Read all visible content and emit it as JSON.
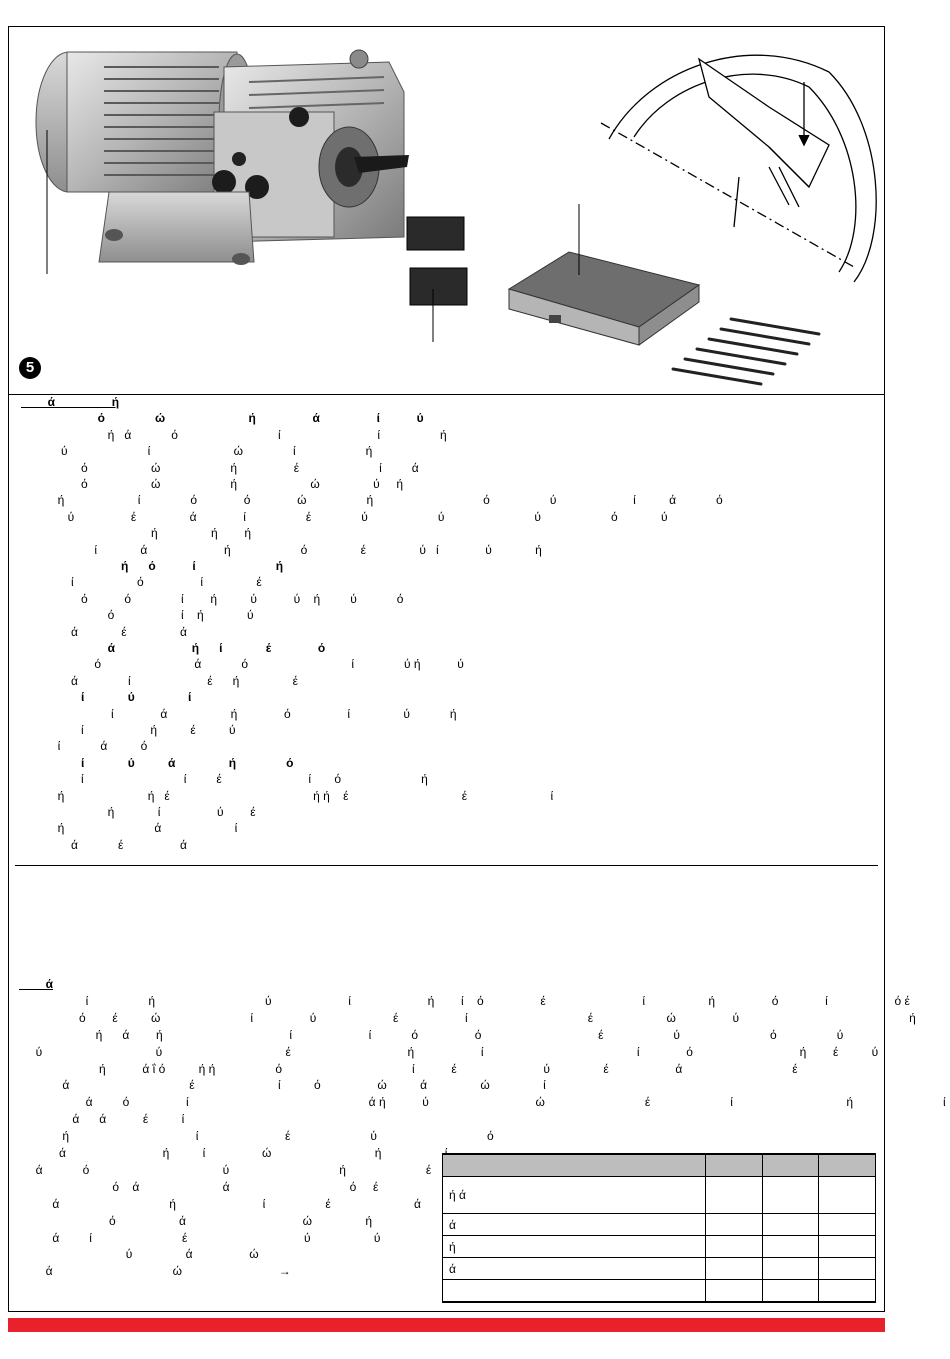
{
  "figure": {
    "number": "5"
  },
  "section1": {
    "lines": [
      {
        "t": "        ά                 ή",
        "b": true,
        "u": true
      },
      {
        "t": "                       ό               ώ                         ή                 ά                 ί           ύ",
        "b": true
      },
      {
        "t": "                          ή   ά            ό                              ί                             ί                  ή"
      },
      {
        "t": "            ύ                        ί                         ώ               ί                     ή"
      },
      {
        "t": "                  ό                   ώ                     ή                 έ                        ί         ά"
      },
      {
        "t": "                  ό                   ώ                     ή                      ώ                ύ     ή"
      },
      {
        "t": "           ή                      ί               ό              ό              ώ                  ή                                 ό                  ύ                       ί          ά            ό"
      },
      {
        "t": "              ύ                 έ                ά              ί                  έ               ύ                     ύ                           ύ                     ό             ύ"
      },
      {
        "t": "                                       ή                ή        ή"
      },
      {
        "t": "                      ί             ά                       ή                     ό                έ                ύ   ί              ύ             ή"
      },
      {
        "t": "                              ή      ό           ί                        ή",
        "b": true
      },
      {
        "t": "               ί                   ό                 ί                έ"
      },
      {
        "t": "                  ό           ό               ί        ή          ύ           ύ    ή         ύ            ό"
      },
      {
        "t": "                          ό                    ί    ή             ύ"
      },
      {
        "t": "               ά             έ                ά"
      },
      {
        "t": "                          ά                       ή      ί             έ              ό",
        "b": true
      },
      {
        "t": "                      ό                            ά            ό                               ί               ύ ή           ύ"
      },
      {
        "t": "               ά               ί                       έ      ή                έ"
      },
      {
        "t": "                  ί             ύ                ί",
        "b": true
      },
      {
        "t": "                           ί              ά                   ή              ό                 ί                ύ            ή"
      },
      {
        "t": "                  ί                    ή          έ          ύ"
      },
      {
        "t": "           ί            ά          ό"
      },
      {
        "t": "                  ί             ύ          ά                ή               ό",
        "b": true
      },
      {
        "t": "                  ί                              ί         έ                          ί       ό                        ή"
      },
      {
        "t": "           ή                         ή   έ                                           ή ή    έ                                  έ                         ί"
      },
      {
        "t": "                          ή             ί                 ύ        έ"
      },
      {
        "t": "           ή                           ά                      ί"
      },
      {
        "t": "               ά            έ                 ά"
      }
    ]
  },
  "section2": {
    "lines": [
      {
        "t": "        ά",
        "b": true,
        "u": true
      },
      {
        "t": "                    ί                  ή                                 ύ                       ί                       ή        ί    ό                 έ                             ί                   ή                 ό              ί                    ό έ",
        "u_lead": true
      },
      {
        "t": "                  ό        έ          ώ                           ί                 ύ                       έ                    ί                                    έ                      ώ                 ύ                                                   ή"
      },
      {
        "t": "                       ή      ά        ή                                      ί                       ί            ό                 ό                                   έ                     ύ                           ό                  ύ"
      },
      {
        "t": "     ύ                                  ύ                                     έ                                   ή                    ί                                              ί              ό                                ή        έ          ύ"
      },
      {
        "t": "                        ή           ά ΐ ό          ή ή                  ό                                       ί           έ                          ύ                έ                    ά                                 έ"
      },
      {
        "t": "             ά                                    έ                         ί          ό                 ώ          ά                ώ                ί"
      },
      {
        "t": "                    ά         ό                 ί                                                      ά ή           ύ                                ώ                              έ                        ί                                  ή                           ί",
        "u_lead": true
      },
      {
        "t": "                ά      ά           έ          ί"
      },
      {
        "t": "             ή                                      ί                          έ                        ύ                                 ό"
      },
      {
        "t": "            ά                             ή          ί                 ώ                               ή                   ί"
      },
      {
        "t": "     ά            ό                                        ύ                                 ή                        έ"
      },
      {
        "t": "                            ό    ά                         ά                                    ό     έ"
      },
      {
        "t": "          ά                                 ή                          ί                  έ                         ά"
      },
      {
        "t": "                           ό                   ά                                   ώ                ή"
      },
      {
        "t": "          ά         ί                           έ                                   ύ                   ύ"
      },
      {
        "t": "                                ύ                ά                 ώ"
      },
      {
        "t": "        ά                                    ώ                             →",
        "u_lead": true
      }
    ]
  },
  "spec_table": {
    "rows": [
      [
        "",
        "",
        "",
        ""
      ],
      [
        "              ή      ά",
        "",
        "",
        ""
      ],
      [
        "ά",
        "",
        "",
        ""
      ],
      [
        "ή",
        "",
        "",
        ""
      ],
      [
        "ά",
        "",
        "",
        ""
      ],
      [
        "",
        "",
        "",
        ""
      ]
    ]
  },
  "colors": {
    "accent_bar": "#e8212b",
    "table_header": "#bdbdbd"
  }
}
